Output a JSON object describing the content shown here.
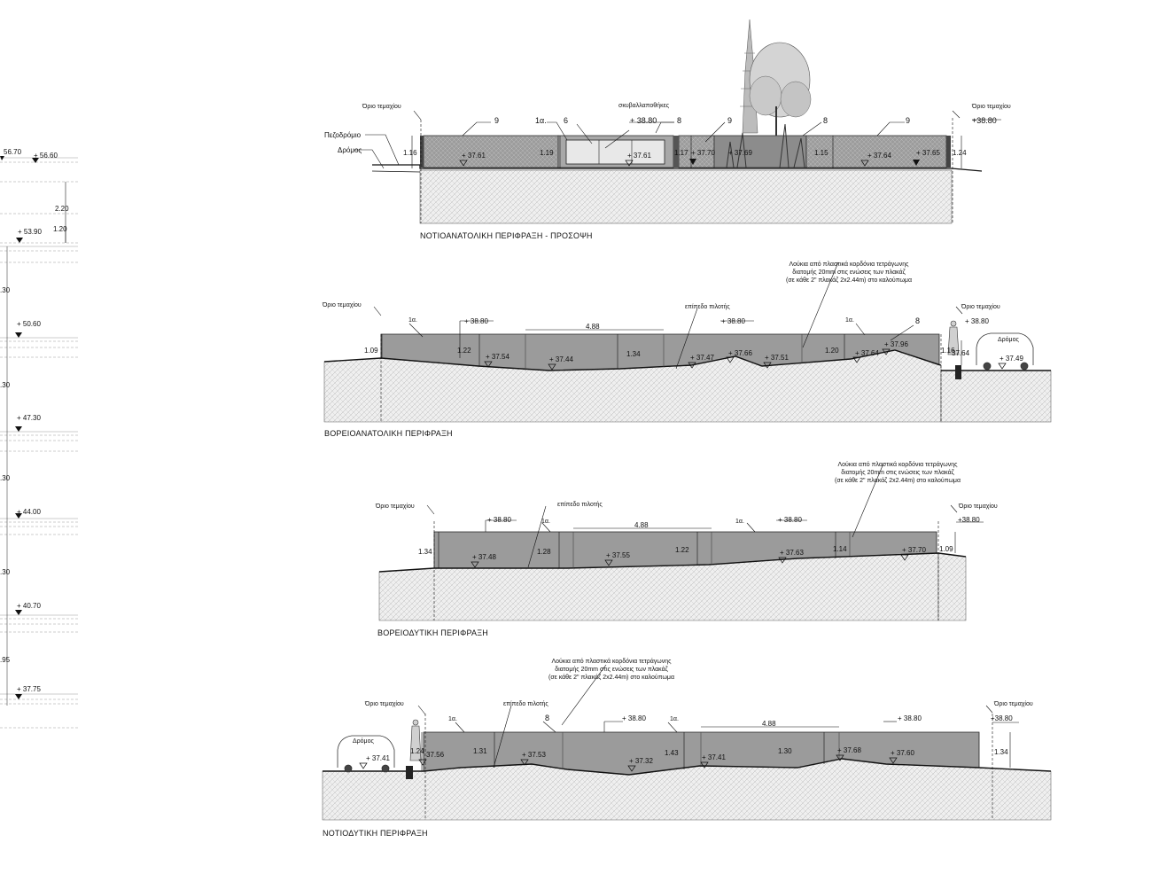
{
  "left_column": {
    "levels": [
      "56.70",
      "+ 56.60",
      "+ 53.90",
      "+ 50.60",
      "+ 47.30",
      "+ 44.00",
      "+ 40.70",
      "+ 37.75"
    ],
    "dims": [
      "2.20",
      "1.20",
      ".30",
      ".30",
      ".30",
      ".30",
      ".95"
    ]
  },
  "se": {
    "title": "ΝΟΤΙΟΑΝΑΤΟΛΙΚΗ ΠΕΡΙΦΡΑΞΗ - ΠΡΟΣΟΨΗ",
    "boundary_left": "Όριο τεμαχίου",
    "boundary_right": "Όριο τεμαχίου",
    "sidewalk": "Πεζοδρόμιο",
    "road": "Δρόμος",
    "bins": "σκυβαλλαποθήκες",
    "tags": [
      "9",
      "1α.",
      "6",
      "8",
      "9",
      "8",
      "9"
    ],
    "top_level": "+ 38.80",
    "top_level_right": "+38.80",
    "heights": [
      "1.16",
      "1.19",
      "1.17",
      "1.15",
      "1.24"
    ],
    "ground_levels": [
      "+ 37.61",
      "+ 37.61",
      "+ 37.70",
      "+ 37.69",
      "+ 37.64",
      "+ 37.65"
    ]
  },
  "ne": {
    "title": "ΒΟΡΕΙΟΑΝΑΤΟΛΙΚΗ ΠΕΡΙΦΡΑΞΗ",
    "boundary_left": "Όριο τεμαχίου",
    "boundary_right": "Όριο τεμαχίου",
    "note": "Λούκια από πλαστικά κορδόνια τετράγωνης διατομής 20mm στις ενώσεις των πλακάζ (σε κάθε 2\" πλακάζ 2x2.44m) στο καλούπωμα",
    "plot_level": "επίπεδο πιλοτής",
    "road": "Δρόμος",
    "tags": [
      "1α.",
      "1α.",
      "8"
    ],
    "span": "4.88",
    "top_levels": [
      "+ 38.80",
      "+ 38.80",
      "+ 38.80"
    ],
    "heights": [
      "1.09",
      "1.22",
      "1.34",
      "1.20",
      "1.16"
    ],
    "ground_levels": [
      "+ 37.54",
      "+ 37.44",
      "+ 37.47",
      "+ 37.66",
      "+ 37.51",
      "+ 37.64",
      "+ 37.96",
      "37.64",
      "+ 37.49"
    ]
  },
  "nw": {
    "title": "ΒΟΡΕΙΟΔΥΤΙΚΗ ΠΕΡΙΦΡΑΞΗ",
    "boundary_left": "Όριο τεμαχίου",
    "boundary_right": "Όριο τεμαχίου",
    "note": "Λούκια από πλαστικά κορδόνια τετράγωνης διατομής 20mm στις ενώσεις των πλακάζ (σε κάθε 2\" πλακάζ 2x2.44m) στο καλούπωμα",
    "plot_level": "επίπεδο πιλοτής",
    "tags": [
      "1α.",
      "1α."
    ],
    "span": "4.88",
    "top_levels": [
      "+ 38.80",
      "+ 38.80",
      "+38.80"
    ],
    "heights": [
      "1.34",
      "1.28",
      "1.22",
      "1.14",
      "1.09"
    ],
    "ground_levels": [
      "+ 37.48",
      "+ 37.55",
      "+ 37.63",
      "+ 37.70"
    ]
  },
  "sw": {
    "title": "ΝΟΤΙΟΔΥΤΙΚΗ ΠΕΡΙΦΡΑΞΗ",
    "boundary_left": "Όριο τεμαχίου",
    "boundary_right": "Όριο τεμαχίου",
    "note": "Λούκια από πλαστικά κορδόνια τετράγωνης διατομής 20mm στις ενώσεις των πλακάζ (σε κάθε 2\" πλακάζ 2x2.44m) στο καλούπωμα",
    "plot_level": "επίπεδο πιλοτής",
    "road": "Δρόμος",
    "tags": [
      "1α.",
      "8",
      "1α."
    ],
    "span": "4.88",
    "top_levels": [
      "+ 38.80",
      "+ 38.80",
      "+38.80"
    ],
    "heights": [
      "1.24",
      "1.31",
      "1.43",
      "1.30",
      "1.34"
    ],
    "ground_levels": [
      "+ 37.41",
      "37.56",
      "+ 37.53",
      "+ 37.32",
      "+ 37.41",
      "+ 37.68",
      "+ 37.60"
    ]
  }
}
